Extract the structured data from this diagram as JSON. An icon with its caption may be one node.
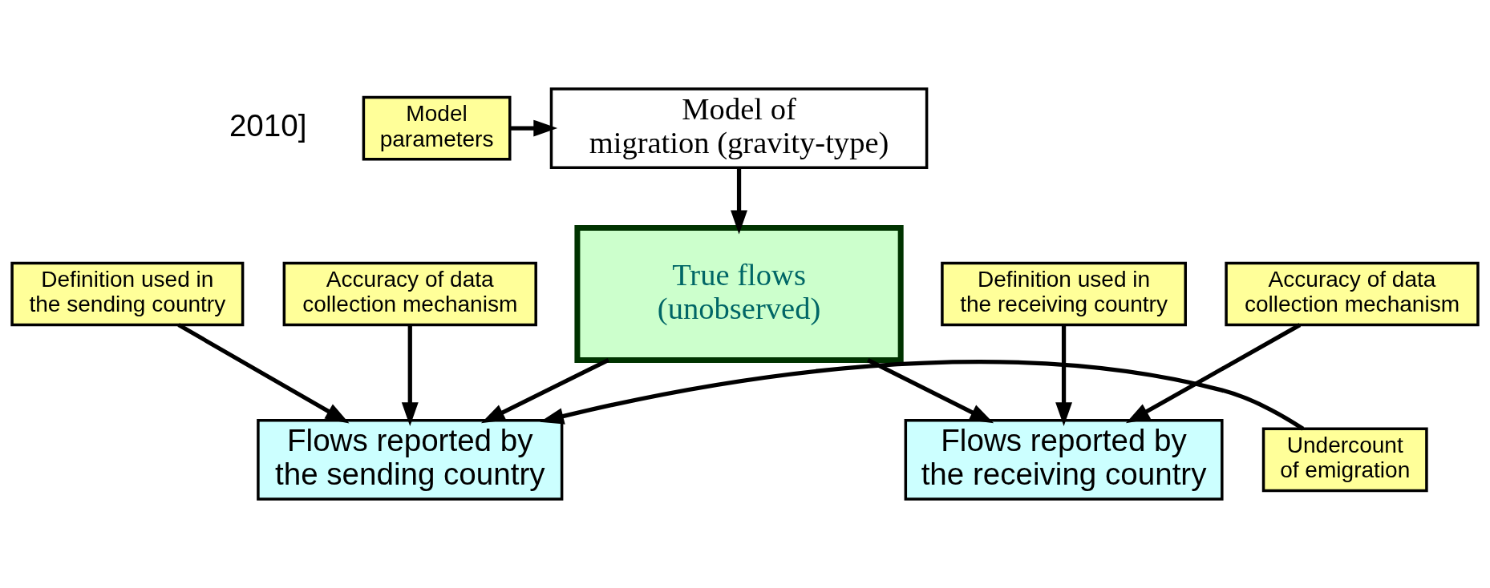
{
  "diagram": {
    "nodes": [
      {
        "text": [
          "Model parameters"
        ]
      },
      {
        "text": [
          "Model of migration (gravity-type)"
        ]
      },
      {
        "text": [
          "True flows (unobserved)"
        ]
      },
      {
        "text": [
          "Definition used in the sending country"
        ]
      },
      {
        "text": [
          "Definition used in the receiving country"
        ]
      },
      {
        "text": [
          "Accuracy of data collection mechanism"
        ]
      },
      {
        "text": [
          "Accuracy of data collection mechanism"
        ]
      },
      {
        "text": [
          "Undercount of emigration"
        ]
      },
      {
        "text": [
          "Flows reported by the sending country"
        ]
      },
      {
        "text": [
          "Flows reported by the receiving country"
        ]
      }
    ],
    "edges": [
      {
        "from": 0,
        "to": 1,
        "arrow": "to"
      },
      {
        "from": 1,
        "to": 2,
        "arrow": "to"
      },
      {
        "from": 3,
        "to": 8,
        "arrow": "to"
      },
      {
        "from": 2,
        "to": 8,
        "arrow": "to"
      },
      {
        "from": 5,
        "to": 8,
        "arrow": "to"
      },
      {
        "from": 7,
        "to": 8,
        "arrow": "to"
      },
      {
        "from": 2,
        "to": 9,
        "arrow": "to"
      },
      {
        "from": 4,
        "to": 9,
        "arrow": "to"
      },
      {
        "from": 6,
        "to": 9,
        "arrow": "to"
      }
    ],
    "labels": [
      "2010]"
    ]
  }
}
